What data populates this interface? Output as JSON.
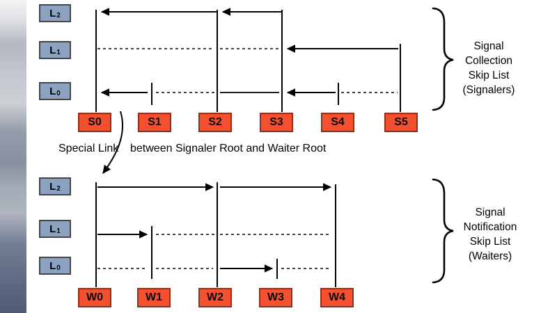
{
  "signaler_list": {
    "levels": [
      {
        "base": "L",
        "sub": "2"
      },
      {
        "base": "L",
        "sub": "1"
      },
      {
        "base": "L",
        "sub": "0"
      }
    ],
    "nodes": [
      "S0",
      "S1",
      "S2",
      "S3",
      "S4",
      "S5"
    ],
    "brace_label": "Signal\nCollection\nSkip List\n(Signalers)"
  },
  "waiter_list": {
    "levels": [
      {
        "base": "L",
        "sub": "2"
      },
      {
        "base": "L",
        "sub": "1"
      },
      {
        "base": "L",
        "sub": "0"
      }
    ],
    "nodes": [
      "W0",
      "W1",
      "W2",
      "W3",
      "W4"
    ],
    "brace_label": "Signal\nNotification\nSkip List\n(Waiters)"
  },
  "special_link": {
    "label_left": "Special Link",
    "label_right": "between Signaler Root and Waiter Root"
  },
  "colors": {
    "level_box_fill": "#8ba2c2",
    "level_box_border": "#454545",
    "node_box_fill": "#f2502e",
    "node_box_border": "#8d2f1a",
    "line_color": "#000000"
  }
}
